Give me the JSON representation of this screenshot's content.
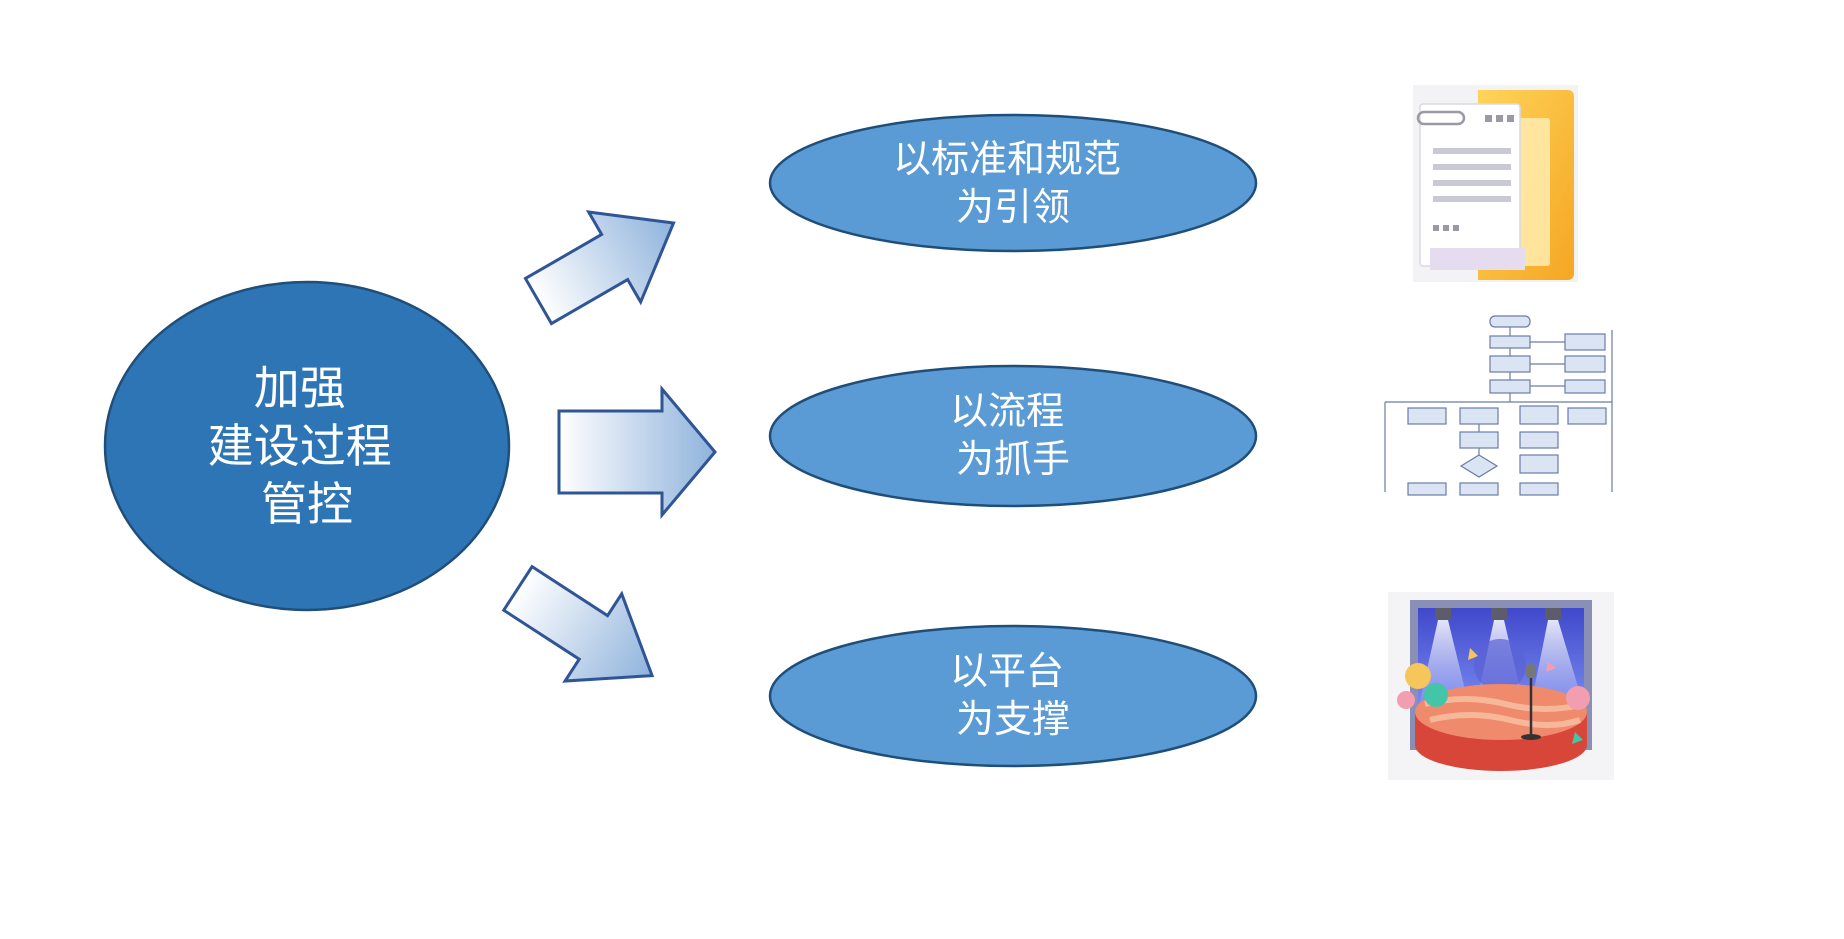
{
  "center": {
    "lines": [
      "加强",
      "建设过程",
      "管控"
    ]
  },
  "nodes": [
    {
      "id": "standards",
      "lines": [
        "以标准和规范",
        "为引领"
      ],
      "icon": "document-folder-icon"
    },
    {
      "id": "process",
      "lines": [
        "以流程",
        "为抓手"
      ],
      "icon": "flowchart-icon"
    },
    {
      "id": "platform",
      "lines": [
        "以平台",
        "为支撑"
      ],
      "icon": "stage-platform-icon"
    }
  ],
  "colors": {
    "center_fill": "#2e75b6",
    "node_fill": "#5b9bd5",
    "outline": "#1f4e79",
    "arrow_outline": "#2f5597",
    "arrow_gradient_start": "#ffffff",
    "arrow_gradient_end": "#8fb3dc"
  }
}
